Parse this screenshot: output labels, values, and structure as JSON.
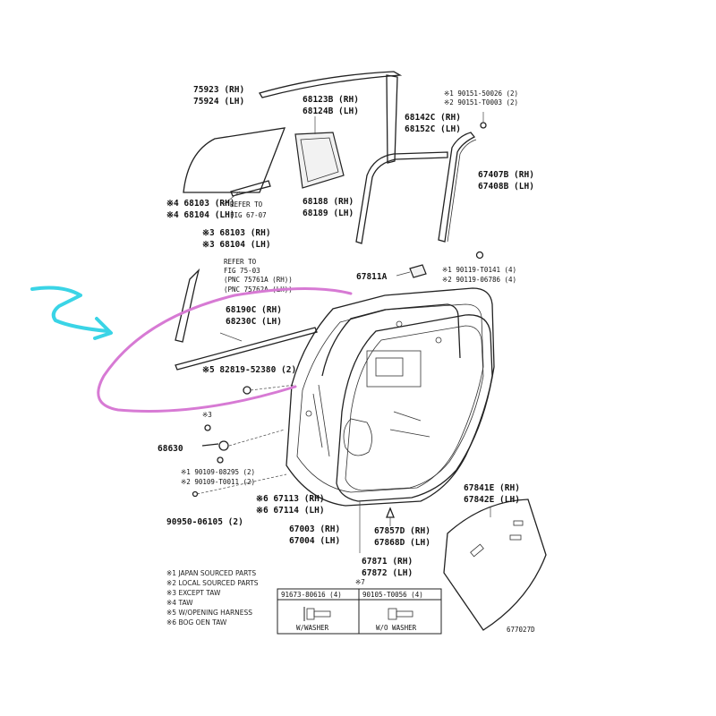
{
  "labels": {
    "p75923": "75923 (RH)",
    "p75924": "75924 (LH)",
    "p68123b": "68123B (RH)",
    "p68124b": "68124B (LH)",
    "p90151a": "※1 90151-50026 (2)",
    "p90151b": "※2 90151-T0003 (2)",
    "p68142c": "68142C (RH)",
    "p68152c": "68152C (LH)",
    "p67407b": "67407B (RH)",
    "p67408b": "67408B (LH)",
    "p68103a": "※4 68103 (RH)",
    "p68104a": "※4 68104 (LH)",
    "refer1a": "REFER TO",
    "refer1b": "FIG 67-07",
    "p68188": "68188 (RH)",
    "p68189": "68189 (LH)",
    "p68103b": "※3 68103 (RH)",
    "p68104b": "※3 68104 (LH)",
    "refer2a": "REFER TO",
    "refer2b": "FIG 75-03",
    "refer2c": "(PNC 75761A (RH))",
    "refer2d": "(PNC 75762A (LH))",
    "p67811a": "67811A",
    "p90119a": "※1 90119-T0141 (4)",
    "p90119b": "※2 90119-06786 (4)",
    "p68190c": "68190C (RH)",
    "p68230c": "68230C (LH)",
    "p82819": "※5 82819-52380 (2)",
    "mark3": "※3",
    "p68630": "68630",
    "p90109a": "※1 90109-08295 (2)",
    "p90109b": "※2 90109-T0011 (2)",
    "p90950": "90950-06105 (2)",
    "p67113": "※6 67113 (RH)",
    "p67114": "※6 67114 (LH)",
    "p67003": "67003 (RH)",
    "p67004": "67004 (LH)",
    "p67857d": "67857D (RH)",
    "p67868d": "67868D (LH)",
    "p67871": "67871 (RH)",
    "p67872": "67872 (LH)",
    "p67841e": "67841E (RH)",
    "p67842e": "67842E (LH)",
    "mark7": "※7"
  },
  "notes": [
    "※1 JAPAN SOURCED PARTS",
    "※2 LOCAL SOURCED PARTS",
    "※3 EXCEPT TAW",
    "※4 TAW",
    "※5 W/OPENING HARNESS",
    "※6 BOG OEN TAW"
  ],
  "table": {
    "col1_header": "91673-80616 (4)",
    "col2_header": "90105-T0056 (4)",
    "col1_caption": "W/WASHER",
    "col2_caption": "W/O WASHER"
  },
  "figure_code": "677027D",
  "annotation_colors": {
    "arrow": "#3ad4e6",
    "ellipse": "#d77ad4"
  }
}
